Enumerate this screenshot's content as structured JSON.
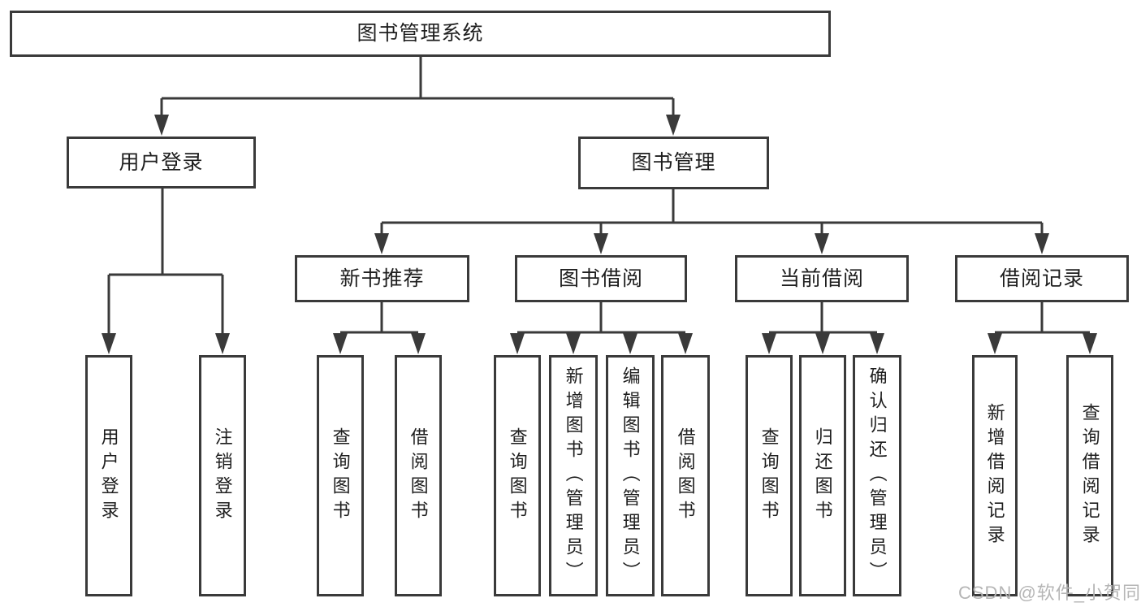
{
  "tree": {
    "root": {
      "label": "图书管理系统"
    },
    "branches": [
      {
        "label": "用户登录",
        "leaves": [
          "用户登录",
          "注销登录"
        ]
      },
      {
        "label": "图书管理",
        "groups": [
          {
            "label": "新书推荐",
            "leaves": [
              "查询图书",
              "借阅图书"
            ]
          },
          {
            "label": "图书借阅",
            "leaves": [
              "查询图书",
              "新增图书（管理员）",
              "编辑图书（管理员）",
              "借阅图书"
            ]
          },
          {
            "label": "当前借阅",
            "leaves": [
              "查询图书",
              "归还图书",
              "确认归还（管理员）"
            ]
          },
          {
            "label": "借阅记录",
            "leaves": [
              "新增借阅记录",
              "查询借阅记录"
            ]
          }
        ]
      }
    ]
  },
  "watermark": {
    "text": "CSDN @软件_小贺同学"
  },
  "colors": {
    "line": "#3a3a3a",
    "text": "#1e1e1e",
    "node_fill": "#ffffff",
    "watermark": "#b5b5b5",
    "background": "#ffffff"
  }
}
